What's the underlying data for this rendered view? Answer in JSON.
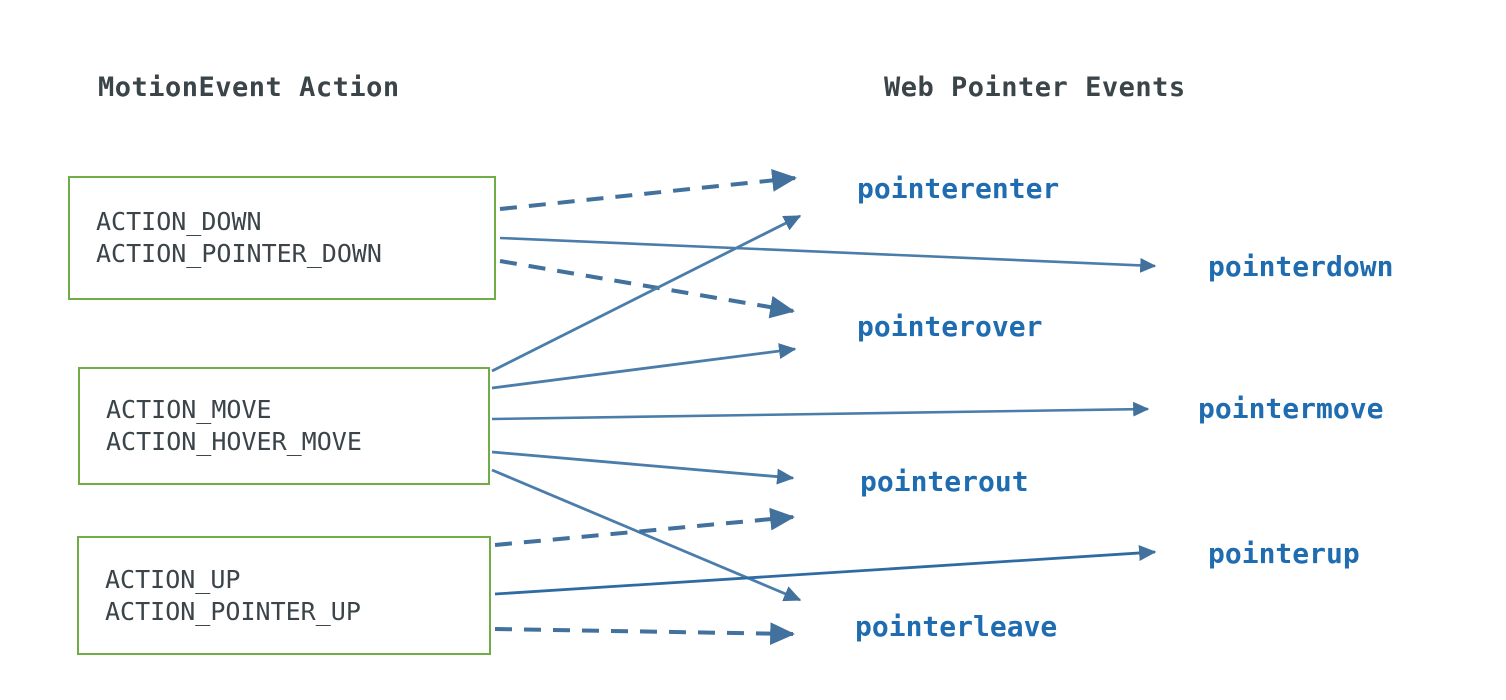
{
  "diagram": {
    "title_left": "MotionEvent Action",
    "title_right": "Web Pointer Events",
    "colors": {
      "box_border": "#70ad47",
      "box_text": "#3a4449",
      "arrow": "#41719c",
      "event_text": "#1f6cb0",
      "background": "#ffffff"
    },
    "action_boxes": [
      {
        "id": "box-down",
        "lines": [
          "ACTION_DOWN",
          "ACTION_POINTER_DOWN"
        ],
        "line1": "ACTION_DOWN",
        "line2": "ACTION_POINTER_DOWN"
      },
      {
        "id": "box-move",
        "lines": [
          "ACTION_MOVE",
          "ACTION_HOVER_MOVE"
        ],
        "line1": "ACTION_MOVE",
        "line2": "ACTION_HOVER_MOVE"
      },
      {
        "id": "box-up",
        "lines": [
          "ACTION_UP",
          "ACTION_POINTER_UP"
        ],
        "line1": "ACTION_UP",
        "line2": "ACTION_POINTER_UP"
      }
    ],
    "pointer_events": [
      {
        "id": "pointerenter",
        "label": "pointerenter"
      },
      {
        "id": "pointerdown",
        "label": "pointerdown"
      },
      {
        "id": "pointerover",
        "label": "pointerover"
      },
      {
        "id": "pointermove",
        "label": "pointermove"
      },
      {
        "id": "pointerout",
        "label": "pointerout"
      },
      {
        "id": "pointerup",
        "label": "pointerup"
      },
      {
        "id": "pointerleave",
        "label": "pointerleave"
      }
    ],
    "edges": [
      {
        "from": "ACTION_DOWN / ACTION_POINTER_DOWN",
        "to": "pointerenter",
        "style": "dashed"
      },
      {
        "from": "ACTION_DOWN / ACTION_POINTER_DOWN",
        "to": "pointerdown",
        "style": "solid"
      },
      {
        "from": "ACTION_DOWN / ACTION_POINTER_DOWN",
        "to": "pointerover",
        "style": "dashed"
      },
      {
        "from": "ACTION_MOVE / ACTION_HOVER_MOVE",
        "to": "pointerenter",
        "style": "solid"
      },
      {
        "from": "ACTION_MOVE / ACTION_HOVER_MOVE",
        "to": "pointerover",
        "style": "solid"
      },
      {
        "from": "ACTION_MOVE / ACTION_HOVER_MOVE",
        "to": "pointermove",
        "style": "solid"
      },
      {
        "from": "ACTION_MOVE / ACTION_HOVER_MOVE",
        "to": "pointerout",
        "style": "solid"
      },
      {
        "from": "ACTION_MOVE / ACTION_HOVER_MOVE",
        "to": "pointerleave",
        "style": "solid"
      },
      {
        "from": "ACTION_UP / ACTION_POINTER_UP",
        "to": "pointerout",
        "style": "dashed"
      },
      {
        "from": "ACTION_UP / ACTION_POINTER_UP",
        "to": "pointerup",
        "style": "solid"
      },
      {
        "from": "ACTION_UP / ACTION_POINTER_UP",
        "to": "pointerleave",
        "style": "dashed"
      }
    ]
  }
}
